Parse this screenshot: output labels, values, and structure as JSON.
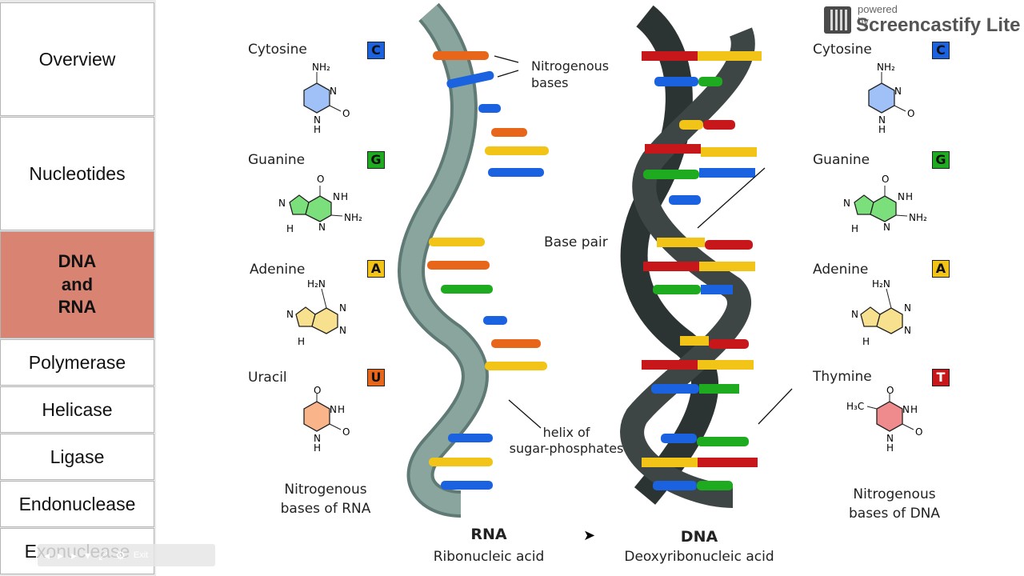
{
  "sidebar": {
    "items": [
      {
        "label": "Overview"
      },
      {
        "label": "Nucleotides"
      },
      {
        "label": "DNA\nand\nRNA"
      },
      {
        "label": "Polymerase"
      },
      {
        "label": "Helicase"
      },
      {
        "label": "Ligase"
      },
      {
        "label": "Endonuclease"
      },
      {
        "label": "Exonuclease"
      }
    ],
    "active_color": "#d98372"
  },
  "watermark": {
    "small": "powered by",
    "big": "Screencastify Lite"
  },
  "rna_bases": [
    {
      "name": "Cytosine",
      "letter": "C",
      "color": "#1a62e0"
    },
    {
      "name": "Guanine",
      "letter": "G",
      "color": "#1fab1f"
    },
    {
      "name": "Adenine",
      "letter": "A",
      "color": "#f2c418"
    },
    {
      "name": "Uracil",
      "letter": "U",
      "color": "#e8661a"
    }
  ],
  "dna_bases": [
    {
      "name": "Cytosine",
      "letter": "C",
      "color": "#1a62e0"
    },
    {
      "name": "Guanine",
      "letter": "G",
      "color": "#1fab1f"
    },
    {
      "name": "Adenine",
      "letter": "A",
      "color": "#f2c418"
    },
    {
      "name": "Thymine",
      "letter": "T",
      "color": "#c8171a"
    }
  ],
  "chem": {
    "nh2": "NH₂",
    "h2n": "H₂N",
    "n": "N",
    "h": "H",
    "o": "O",
    "h3c": "H₃C"
  },
  "captions": {
    "rna_bases_line1": "Nitrogenous",
    "rna_bases_line2": "bases of RNA",
    "dna_bases_line1": "Nitrogenous",
    "dna_bases_line2": "bases of DNA",
    "nitro_line1": "Nitrogenous",
    "nitro_line2": "bases",
    "base_pair": "Base pair",
    "helix_line1": "helix of",
    "helix_line2": "sugar-phosphates",
    "rna_title": "RNA",
    "rna_sub": "Ribonucleic acid",
    "dna_title": "DNA",
    "dna_sub": "Deoxyribonucleic acid"
  },
  "player": {
    "exit": "Exit"
  },
  "colors": {
    "rna_strand": "#7a9690",
    "dna_strand": "#3d4645"
  }
}
